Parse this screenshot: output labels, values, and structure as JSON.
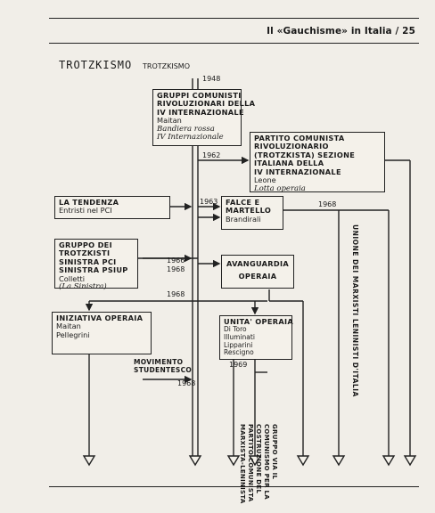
{
  "header": {
    "text": "Il «Gauchisme» in Italia / 25"
  },
  "diagram": {
    "title": "TROTZKISMO",
    "root_label": "TROTZKISMO",
    "years": {
      "y1948": "1948",
      "y1962": "1962",
      "y1963": "1963",
      "y1966": "1966",
      "y1968a": "1968",
      "y1968b": "1968",
      "y1968c": "1968",
      "y1968d": "1968",
      "y1969": "1969"
    },
    "gcr": {
      "title_lines": [
        "GRUPPI COMUNISTI",
        "RIVOLUZIONARI DELLA",
        "IV INTERNAZIONALE"
      ],
      "people": [
        "Maitan"
      ],
      "publications": [
        "Bandiera rossa",
        "IV Internazionale"
      ]
    },
    "pcr": {
      "title_lines": [
        "PARTITO COMUNISTA",
        "RIVOLUZIONARIO",
        "(TROTZKISTA) SEZIONE",
        "ITALIANA DELLA",
        "IV INTERNAZIONALE"
      ],
      "people": [
        "Leone"
      ],
      "publications": [
        "Lotta operaia"
      ]
    },
    "tendenza": {
      "title": "LA TENDENZA",
      "subtitle": "Entristi nel PCI"
    },
    "falce": {
      "title_lines": [
        "FALCE E",
        "MARTELLO"
      ],
      "people": [
        "Brandirali"
      ]
    },
    "gts": {
      "title_lines": [
        "GRUPPO DEI",
        "TROTZKISTI",
        "SINISTRA PCI",
        "SINISTRA PSIUP"
      ],
      "people": [
        "Colletti"
      ],
      "publications": [
        "(La Sinistra)"
      ]
    },
    "ao": {
      "title_lines": [
        "AVANGUARDIA",
        "OPERAIA"
      ]
    },
    "io": {
      "title": "INIZIATIVA OPERAIA",
      "people": [
        "Maitan",
        "Pellegrini"
      ]
    },
    "uo": {
      "title": "UNITA' OPERAIA",
      "people": [
        "Di Toro",
        "Illuminati",
        "Lipparini",
        "Rescigno"
      ]
    },
    "movimento_lines": [
      "MOVIMENTO",
      "STUDENTESCO"
    ],
    "gruppo_vertical": "GRUPPO VIA IL COMUNISMO PER LA COSTRUZIONE DEL PARTITO COMUNISTA MARXISTA-LENINISTA",
    "unione_vertical": "UNIONE DEI MARXISTI LENINISTI D'ITALIA"
  }
}
